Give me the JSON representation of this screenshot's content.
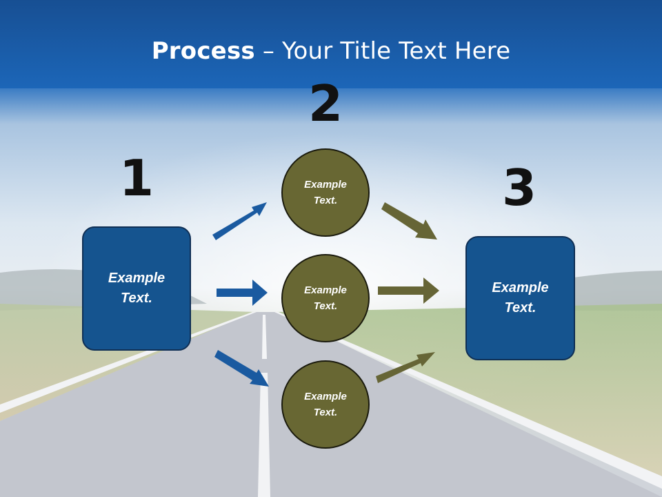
{
  "slide": {
    "title_bold": "Process",
    "title_rest": " – Your Title Text Here",
    "step_numbers": [
      "1",
      "2",
      "3"
    ],
    "left_box": {
      "text_line1": "Example",
      "text_line2": "Text."
    },
    "circles": [
      {
        "text_line1": "Example",
        "text_line2": "Text."
      },
      {
        "text_line1": "Example",
        "text_line2": "Text."
      },
      {
        "text_line1": "Example",
        "text_line2": "Text."
      }
    ],
    "right_box": {
      "text_line1": "Example",
      "text_line2": "Text."
    }
  },
  "colors": {
    "header_blue": "#1660b0",
    "box_blue": "#15548f",
    "circle_olive": "#686733",
    "arrow_blue": "#1a5aa0",
    "arrow_olive": "#666536"
  }
}
